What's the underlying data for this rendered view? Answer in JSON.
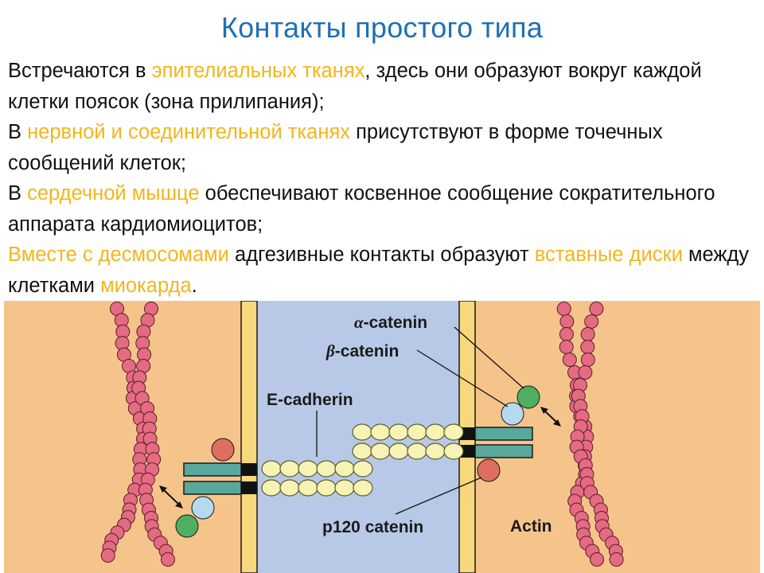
{
  "title": "Контакты простого типа",
  "paragraphs": [
    [
      {
        "text": "Встречаются в ",
        "hl": false
      },
      {
        "text": "эпителиальных тканях",
        "hl": true
      },
      {
        "text": ", здесь они образуют вокруг каждой клетки поясок (зона прилипания);",
        "hl": false
      }
    ],
    [
      {
        "text": "В ",
        "hl": false
      },
      {
        "text": "нервной и соединительной тканях",
        "hl": true
      },
      {
        "text": " присутствуют в форме точечных сообщений клеток;",
        "hl": false
      }
    ],
    [
      {
        "text": "В ",
        "hl": false
      },
      {
        "text": "сердечной мышце",
        "hl": true
      },
      {
        "text": " обеспечивают косвенное сообщение сократительного аппарата кардиомиоцитов;",
        "hl": false
      }
    ],
    [
      {
        "text": "Вместе с десмосомами",
        "hl": true
      },
      {
        "text": " адгезивные контакты образуют ",
        "hl": false
      },
      {
        "text": "вставные диски",
        "hl": true
      },
      {
        "text": " между клетками ",
        "hl": false
      },
      {
        "text": "миокарда",
        "hl": true
      },
      {
        "text": ".",
        "hl": false
      }
    ]
  ],
  "diagram": {
    "labels": {
      "alpha_greek": "α",
      "alpha_rest": "-catenin",
      "beta_greek": "β",
      "beta_rest": "-catenin",
      "ecadherin": "E-cadherin",
      "p120": "p120 catenin",
      "actin": "Actin"
    }
  },
  "colors": {
    "title": "#1f6fb5",
    "highlight": "#f3b51c",
    "cytoplasm": "#f5c48b",
    "membrane": "#f9d77c",
    "intercellular": "#b7c9e6",
    "cadherin": "#f7f3b5",
    "actin_bead": "#e46b82",
    "alpha_catenin": "#4fae62",
    "beta_catenin": "#b5daf0",
    "p120": "#de6e60",
    "teal_bar": "#5aa79c"
  }
}
